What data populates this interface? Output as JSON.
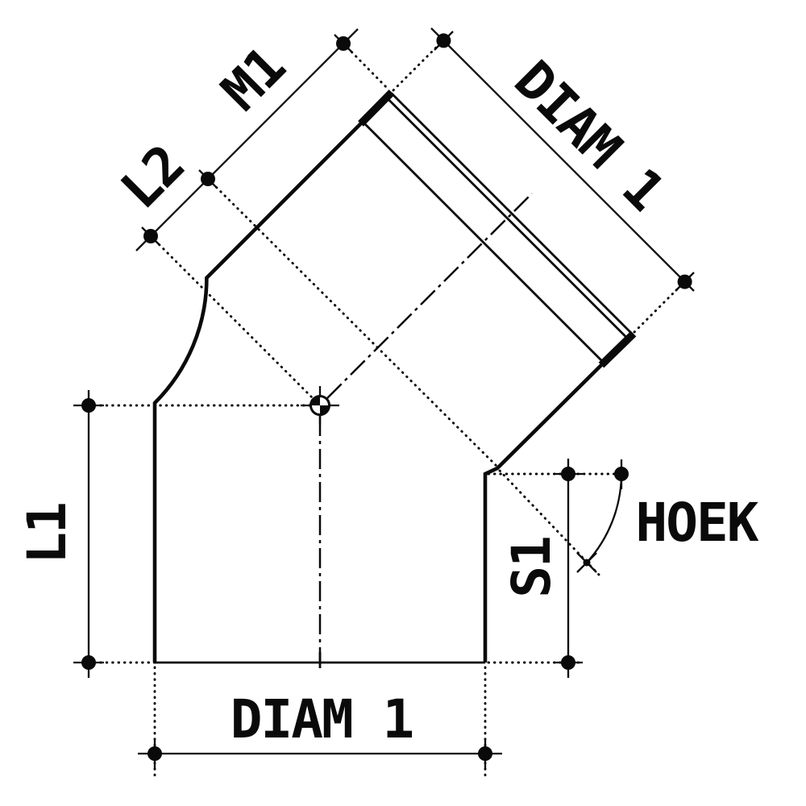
{
  "drawing": {
    "type": "technical-drawing-pipe-elbow-45deg",
    "background_color": "#ffffff",
    "line_color": "#0a0a0a",
    "labels": {
      "m1": "M1",
      "l2": "L2",
      "diam_top": "DIAM 1",
      "l1": "L1",
      "s1": "S1",
      "hoek": "HOEK",
      "diam_bottom": "DIAM 1"
    }
  }
}
